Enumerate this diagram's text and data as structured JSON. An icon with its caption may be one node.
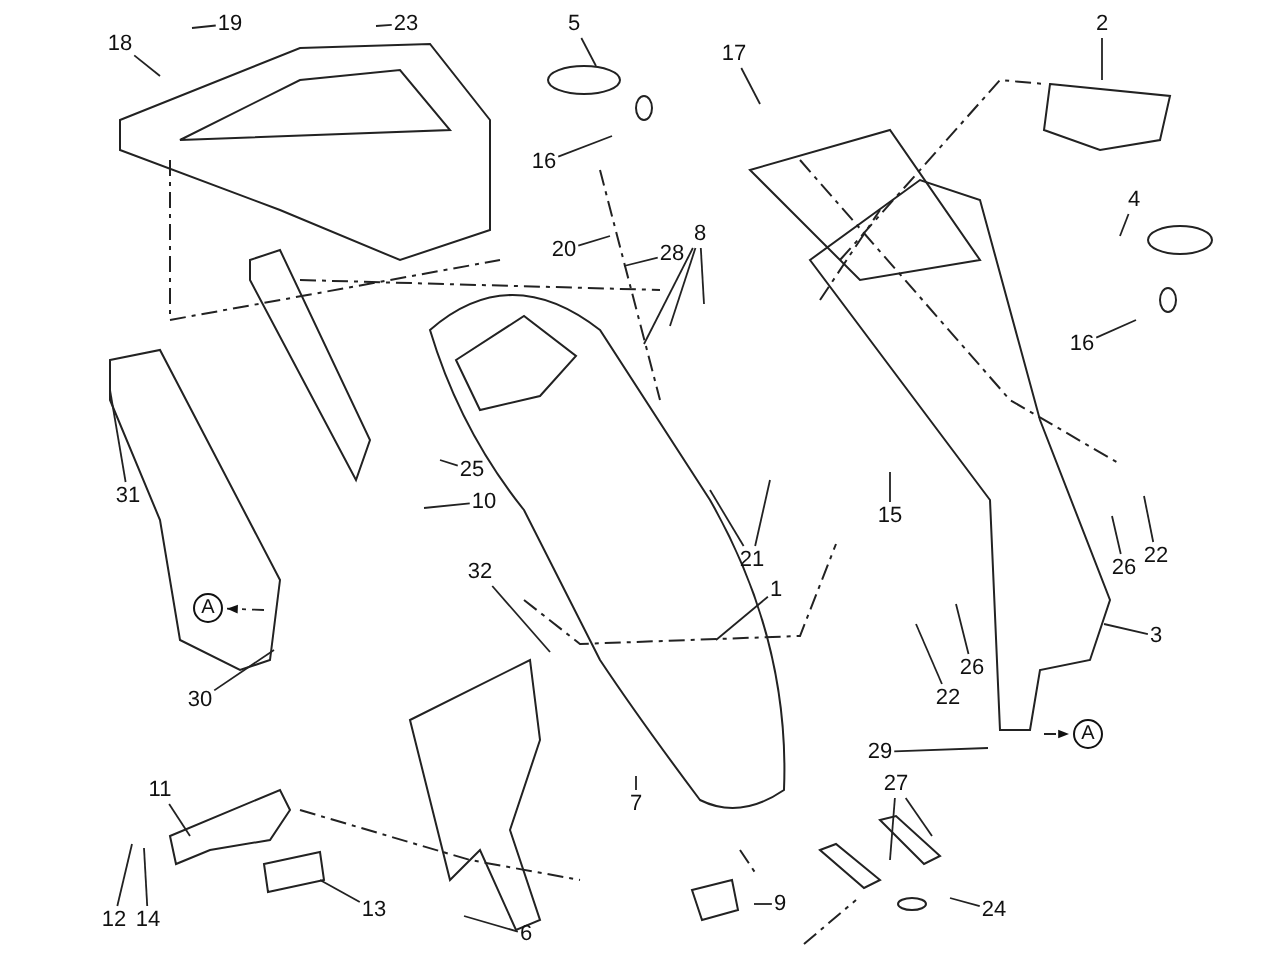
{
  "diagram": {
    "nodes": [
      {
        "text": [
          "19"
        ]
      },
      {
        "text": [
          "23"
        ]
      },
      {
        "text": [
          "18"
        ]
      },
      {
        "text": [
          "5"
        ]
      },
      {
        "text": [
          "16"
        ]
      },
      {
        "text": [
          "17"
        ]
      },
      {
        "text": [
          "2"
        ]
      },
      {
        "text": [
          "20"
        ]
      },
      {
        "text": [
          "28"
        ]
      },
      {
        "text": [
          "8"
        ]
      },
      {
        "text": [
          "4"
        ]
      },
      {
        "text": [
          "16"
        ]
      },
      {
        "text": [
          "31"
        ]
      },
      {
        "text": [
          "25"
        ]
      },
      {
        "text": [
          "10"
        ]
      },
      {
        "text": [
          "21"
        ]
      },
      {
        "text": [
          "15"
        ]
      },
      {
        "text": [
          "26"
        ]
      },
      {
        "text": [
          "22"
        ]
      },
      {
        "text": [
          "1"
        ]
      },
      {
        "text": [
          "3"
        ]
      },
      {
        "text": [
          "32"
        ]
      },
      {
        "text": [
          "A"
        ]
      },
      {
        "text": [
          "30"
        ]
      },
      {
        "text": [
          "26"
        ]
      },
      {
        "text": [
          "22"
        ]
      },
      {
        "text": [
          "29"
        ]
      },
      {
        "text": [
          "A"
        ]
      },
      {
        "text": [
          "7"
        ]
      },
      {
        "text": [
          "11"
        ]
      },
      {
        "text": [
          "27"
        ]
      },
      {
        "text": [
          "12"
        ]
      },
      {
        "text": [
          "14"
        ]
      },
      {
        "text": [
          "13"
        ]
      },
      {
        "text": [
          "6"
        ]
      },
      {
        "text": [
          "9"
        ]
      },
      {
        "text": [
          "24"
        ]
      }
    ],
    "edges": [
      {
        "from": 0,
        "to": null,
        "arrow": "none"
      },
      {
        "from": 1,
        "to": null,
        "arrow": "none"
      },
      {
        "from": 2,
        "to": null,
        "arrow": "none"
      },
      {
        "from": 3,
        "to": null,
        "arrow": "none"
      },
      {
        "from": 4,
        "to": null,
        "arrow": "none"
      },
      {
        "from": 5,
        "to": null,
        "arrow": "none"
      },
      {
        "from": 6,
        "to": null,
        "arrow": "none"
      },
      {
        "from": 7,
        "to": null,
        "arrow": "none"
      },
      {
        "from": 8,
        "to": null,
        "arrow": "none"
      },
      {
        "from": 9,
        "to": null,
        "arrow": "none"
      },
      {
        "from": 9,
        "to": null,
        "arrow": "none"
      },
      {
        "from": 9,
        "to": null,
        "arrow": "none"
      },
      {
        "from": 10,
        "to": null,
        "arrow": "none"
      },
      {
        "from": 11,
        "to": null,
        "arrow": "none"
      },
      {
        "from": 12,
        "to": null,
        "arrow": "none"
      },
      {
        "from": 13,
        "to": null,
        "arrow": "none"
      },
      {
        "from": 14,
        "to": null,
        "arrow": "none"
      },
      {
        "from": 15,
        "to": null,
        "arrow": "none"
      },
      {
        "from": 15,
        "to": null,
        "arrow": "none"
      },
      {
        "from": 16,
        "to": null,
        "arrow": "none"
      },
      {
        "from": 17,
        "to": null,
        "arrow": "none"
      },
      {
        "from": 18,
        "to": null,
        "arrow": "none"
      },
      {
        "from": 19,
        "to": null,
        "arrow": "none"
      },
      {
        "from": 20,
        "to": null,
        "arrow": "none"
      },
      {
        "from": 21,
        "to": null,
        "arrow": "none"
      },
      {
        "from": null,
        "to": 22,
        "arrow": "to",
        "style": "dashed"
      },
      {
        "from": 23,
        "to": null,
        "arrow": "none"
      },
      {
        "from": 24,
        "to": null,
        "arrow": "none"
      },
      {
        "from": 25,
        "to": null,
        "arrow": "none"
      },
      {
        "from": 26,
        "to": null,
        "arrow": "none"
      },
      {
        "from": null,
        "to": 27,
        "arrow": "to",
        "style": "dashed"
      },
      {
        "from": 28,
        "to": null,
        "arrow": "none"
      },
      {
        "from": 29,
        "to": null,
        "arrow": "none"
      },
      {
        "from": 30,
        "to": null,
        "arrow": "none"
      },
      {
        "from": 30,
        "to": null,
        "arrow": "none"
      },
      {
        "from": 31,
        "to": null,
        "arrow": "none"
      },
      {
        "from": 32,
        "to": null,
        "arrow": "none"
      },
      {
        "from": 33,
        "to": null,
        "arrow": "none"
      },
      {
        "from": 34,
        "to": null,
        "arrow": "none"
      },
      {
        "from": 35,
        "to": null,
        "arrow": "none"
      },
      {
        "from": 36,
        "to": null,
        "arrow": "none"
      }
    ]
  }
}
